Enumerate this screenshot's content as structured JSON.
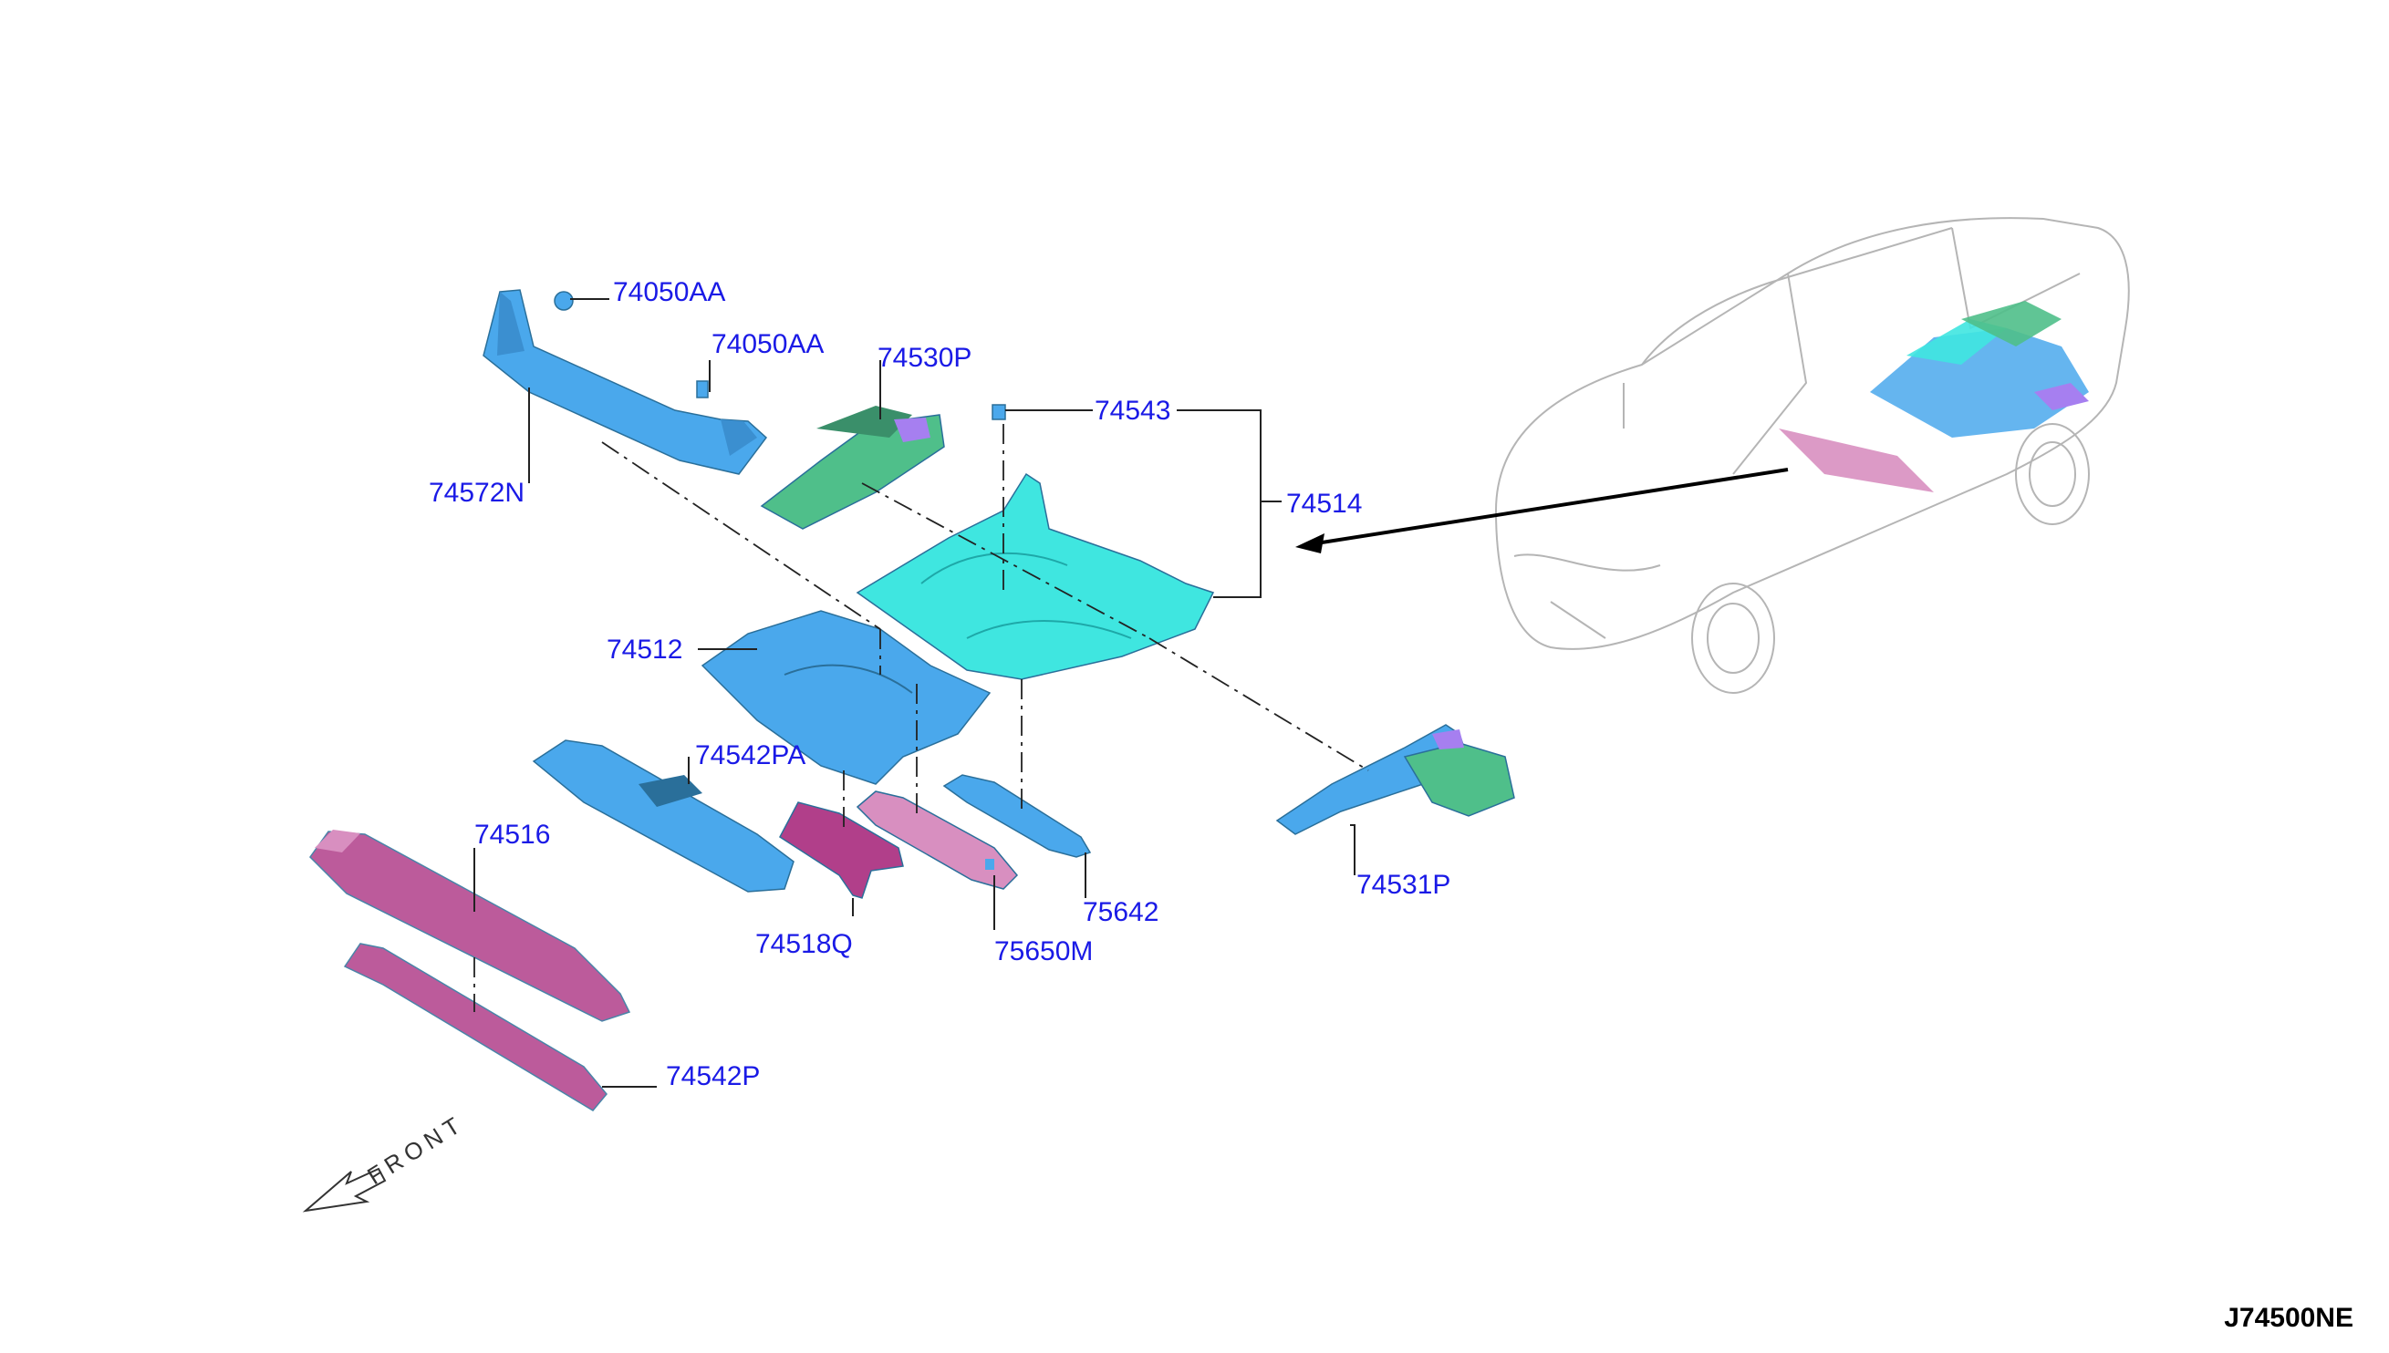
{
  "colors": {
    "callout_text": "#1a1ae6",
    "panel_blue": "#4aa8ec",
    "panel_cyan": "#3fe6e0",
    "panel_green": "#4fbf8a",
    "panel_pink": "#d88fc0",
    "panel_magenta": "#b13f8a",
    "panel_violet": "#a67ff0"
  },
  "callouts": {
    "p74050AA_a": "74050AA",
    "p74050AA_b": "74050AA",
    "p74530P": "74530P",
    "p74543": "74543",
    "p74514": "74514",
    "p74572N": "74572N",
    "p74512": "74512",
    "p74542PA": "74542PA",
    "p74516": "74516",
    "p74531P": "74531P",
    "p75642": "75642",
    "p74518Q": "74518Q",
    "p75650M": "75650M",
    "p74542P": "74542P"
  },
  "front_label": "FRONT",
  "drawing_code": "J74500NE"
}
